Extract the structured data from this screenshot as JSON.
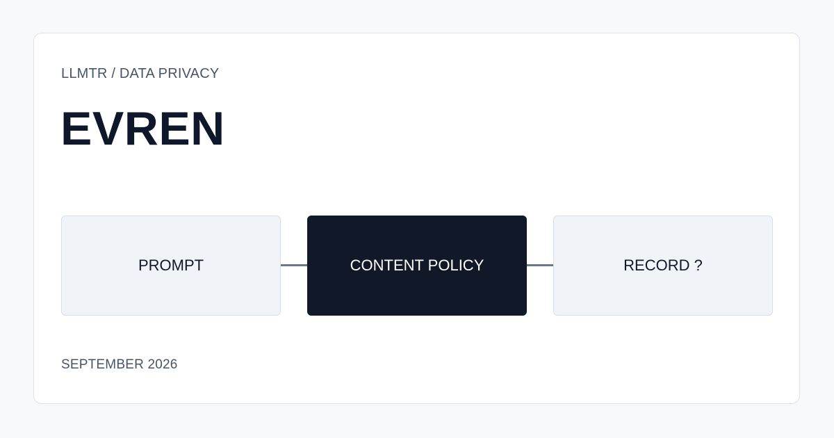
{
  "header": {
    "breadcrumb": "LLMTR / DATA PRIVACY",
    "title": "EVREN"
  },
  "flow": {
    "nodes": [
      {
        "label": "PROMPT",
        "style": "light"
      },
      {
        "label": "CONTENT POLICY",
        "style": "dark"
      },
      {
        "label": "RECORD ?",
        "style": "light"
      }
    ]
  },
  "footer": {
    "date": "SEPTEMBER 2026"
  },
  "colors": {
    "background": "#f8f9fb",
    "card": "#ffffff",
    "light_node": "#f0f3f8",
    "dark_node": "#111827",
    "connector": "#6b778c",
    "title_text": "#0f172a",
    "muted_text": "#475467"
  }
}
